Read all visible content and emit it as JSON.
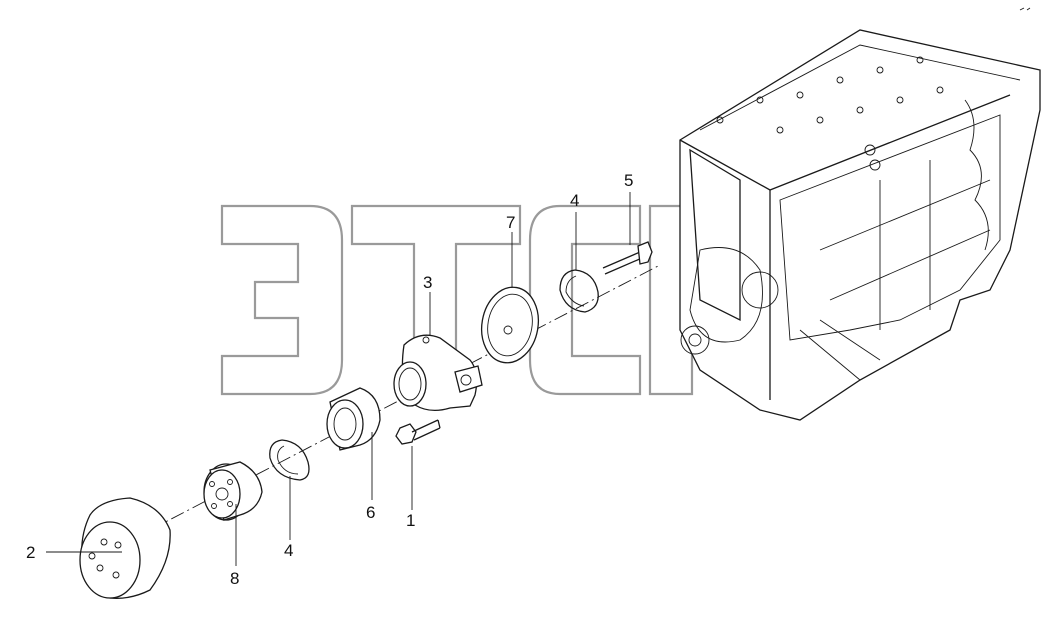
{
  "callouts": [
    {
      "id": "c1",
      "label": "1"
    },
    {
      "id": "c2",
      "label": "2"
    },
    {
      "id": "c3",
      "label": "3"
    },
    {
      "id": "c4a",
      "label": "4"
    },
    {
      "id": "c4b",
      "label": "4"
    },
    {
      "id": "c5",
      "label": "5"
    },
    {
      "id": "c6",
      "label": "6"
    },
    {
      "id": "c7",
      "label": "7"
    },
    {
      "id": "c8",
      "label": "8"
    }
  ],
  "watermark": {
    "text": "ЭТСП"
  },
  "colors": {
    "line": "#1a1a1a",
    "watermark": "#9a9a9a",
    "background": "#ffffff"
  }
}
